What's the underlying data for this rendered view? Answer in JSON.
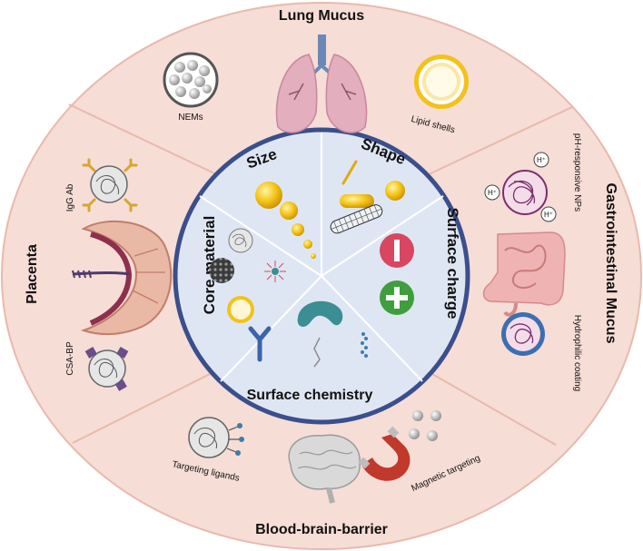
{
  "outer_sections": {
    "lung": {
      "title": "Lung Mucus",
      "labels": [
        "NEMs",
        "Lipid shells"
      ]
    },
    "gi": {
      "title": "Gastrointestinal Mucus",
      "labels": [
        "pH-responsive NPs",
        "Hydrophilic coating"
      ],
      "ion": "H⁺"
    },
    "bbb": {
      "title": "Blood-brain-barrier",
      "labels": [
        "Targeting ligands",
        "Magnetic targeting"
      ]
    },
    "placenta": {
      "title": "Placenta",
      "labels": [
        "IgG Ab",
        "CSA-BP"
      ]
    }
  },
  "inner_sections": {
    "size": "Size",
    "shape": "Shape",
    "surface_charge": "Surface charge",
    "surface_chemistry": "Surface chemistry",
    "core_material": "Core material"
  },
  "colors": {
    "outer_fill": "#f6ddd6",
    "outer_stroke": "#e9b9ad",
    "inner_fill": "#dfe6f3",
    "inner_stroke": "#3a4f8c",
    "gold": "#f3c21b",
    "negative": "#d9465f",
    "positive": "#3f9e3d",
    "teal": "#3b8e93"
  },
  "icons": [
    "lungs-icon",
    "intestine-icon",
    "brain-icon",
    "placenta-icon",
    "magnet-icon",
    "antibody-icon",
    "nanoparticle-icon",
    "nanotube-icon",
    "minus-icon",
    "plus-icon"
  ]
}
